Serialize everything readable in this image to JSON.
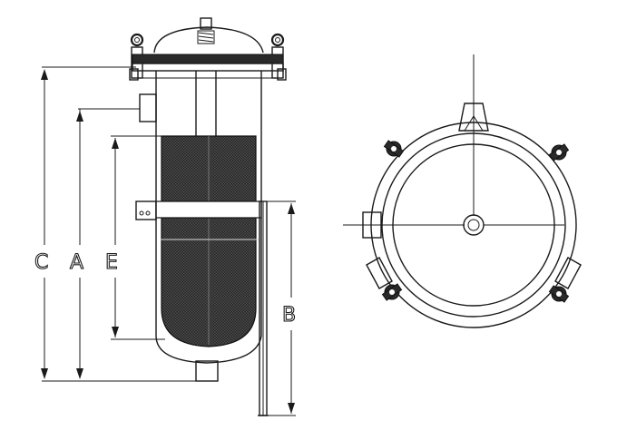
{
  "diagram": {
    "side_view_labels": {
      "dim_c": "C",
      "dim_a": "A",
      "dim_e": "E",
      "dim_b": "B"
    }
  },
  "colors": {
    "line": "#1a1a1a",
    "mesh": "#2a2a2a",
    "background": "#ffffff"
  }
}
